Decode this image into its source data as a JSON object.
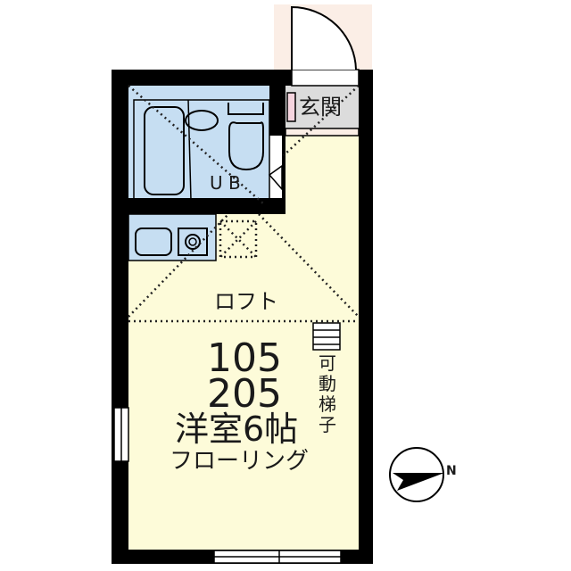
{
  "floorplan": {
    "rooms": {
      "entrance": {
        "label": "玄関"
      },
      "unit_bath": {
        "label": "U B"
      },
      "loft": {
        "label": "ロフト"
      },
      "main_room": {
        "unit_numbers": [
          "105",
          "205"
        ],
        "room_type": "洋室6帖",
        "flooring": "フローリング"
      },
      "ladder": {
        "label": "可動梯子",
        "chars": [
          "可",
          "動",
          "梯",
          "子"
        ]
      }
    },
    "compass": {
      "label": "N"
    },
    "colors": {
      "wall": "#000000",
      "room_fill": "#fdfbd9",
      "bath_fill": "#c6def2",
      "entrance_fill": "#dcdcdc",
      "exterior_fill": "#fbeee6",
      "shoe_box": "#f6d5df"
    }
  }
}
